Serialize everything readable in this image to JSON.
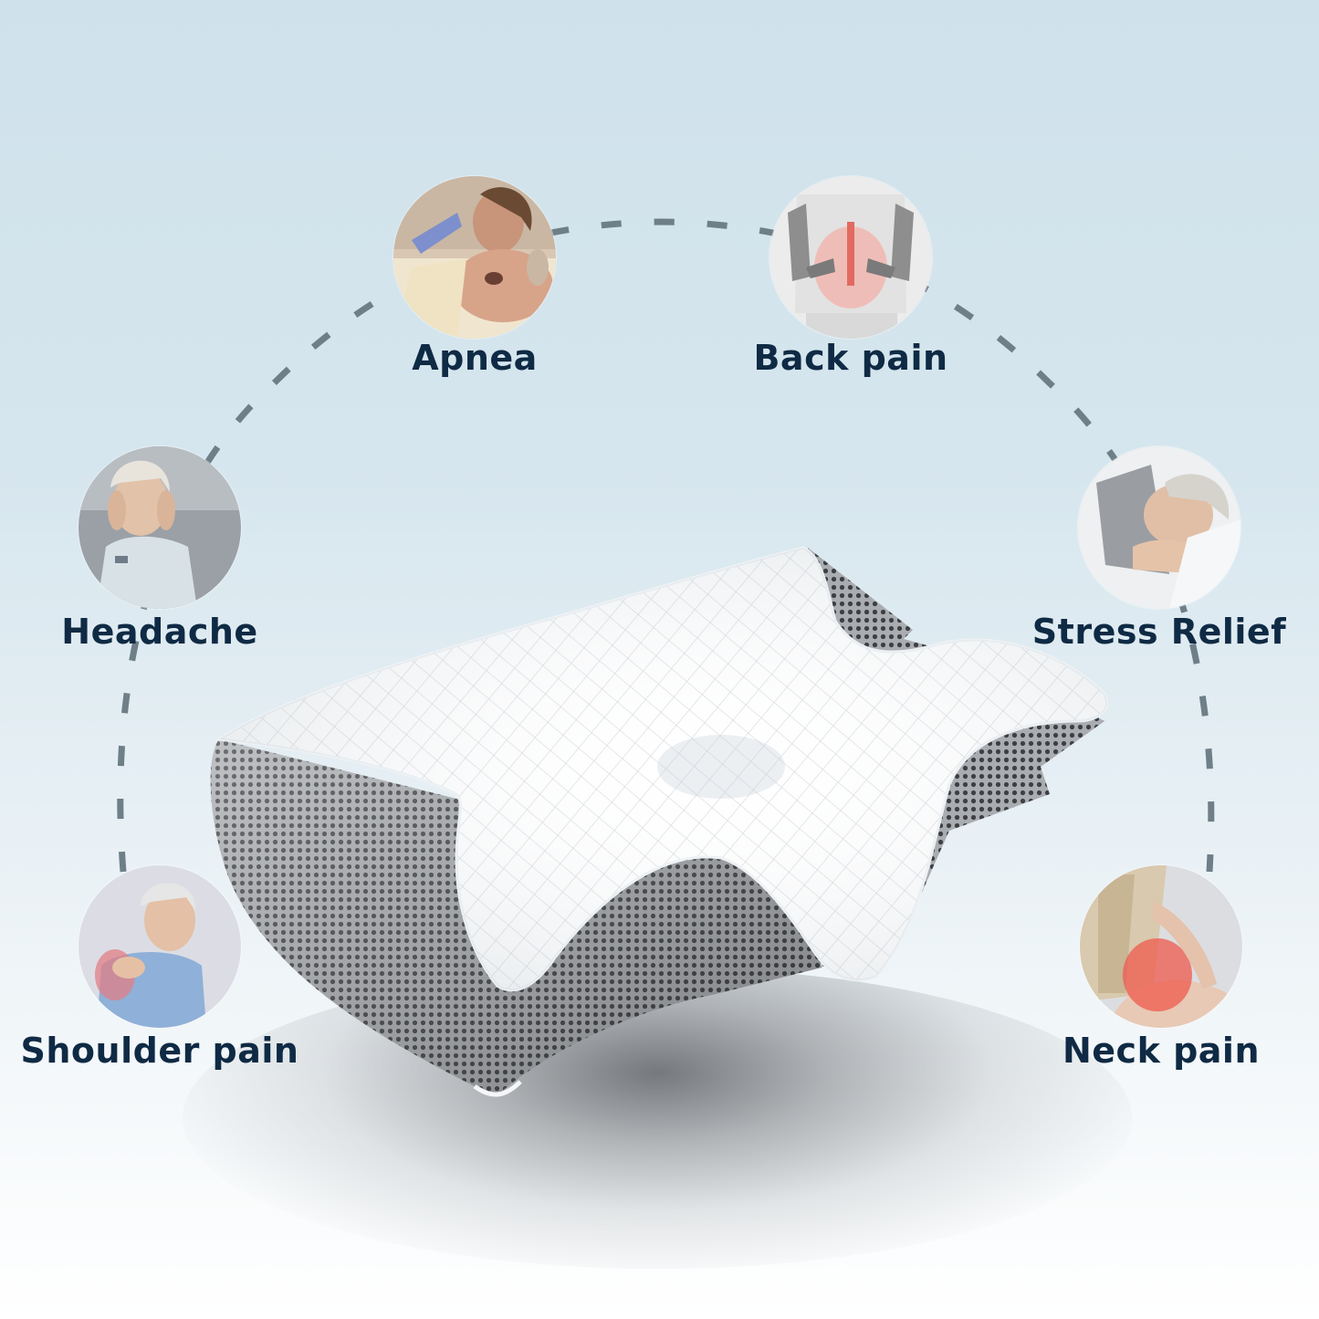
{
  "colors": {
    "label_text": "#0f2a44",
    "dash": "#6f7f88",
    "background_top": "#cfe1eb",
    "background_bottom": "#ffffff",
    "pillow_top": "#ffffff",
    "pillow_mesh": "#8c8f93"
  },
  "benefits": [
    {
      "id": "apnea",
      "label": "Apnea",
      "icon": "sleeping-man-snoring-photo"
    },
    {
      "id": "back-pain",
      "label": "Back pain",
      "icon": "lower-back-spine-highlight-photo"
    },
    {
      "id": "headache",
      "label": "Headache",
      "icon": "woman-holding-temples-photo"
    },
    {
      "id": "stress-relief",
      "label": "Stress Relief",
      "icon": "elderly-woman-sleeping-photo"
    },
    {
      "id": "shoulder-pain",
      "label": "Shoulder pain",
      "icon": "woman-holding-shoulder-photo"
    },
    {
      "id": "neck-pain",
      "label": "Neck pain",
      "icon": "woman-neck-red-highlight-photo"
    }
  ],
  "product": {
    "name": "contour-cervical-memory-foam-pillow",
    "icon": "pillow-image"
  }
}
